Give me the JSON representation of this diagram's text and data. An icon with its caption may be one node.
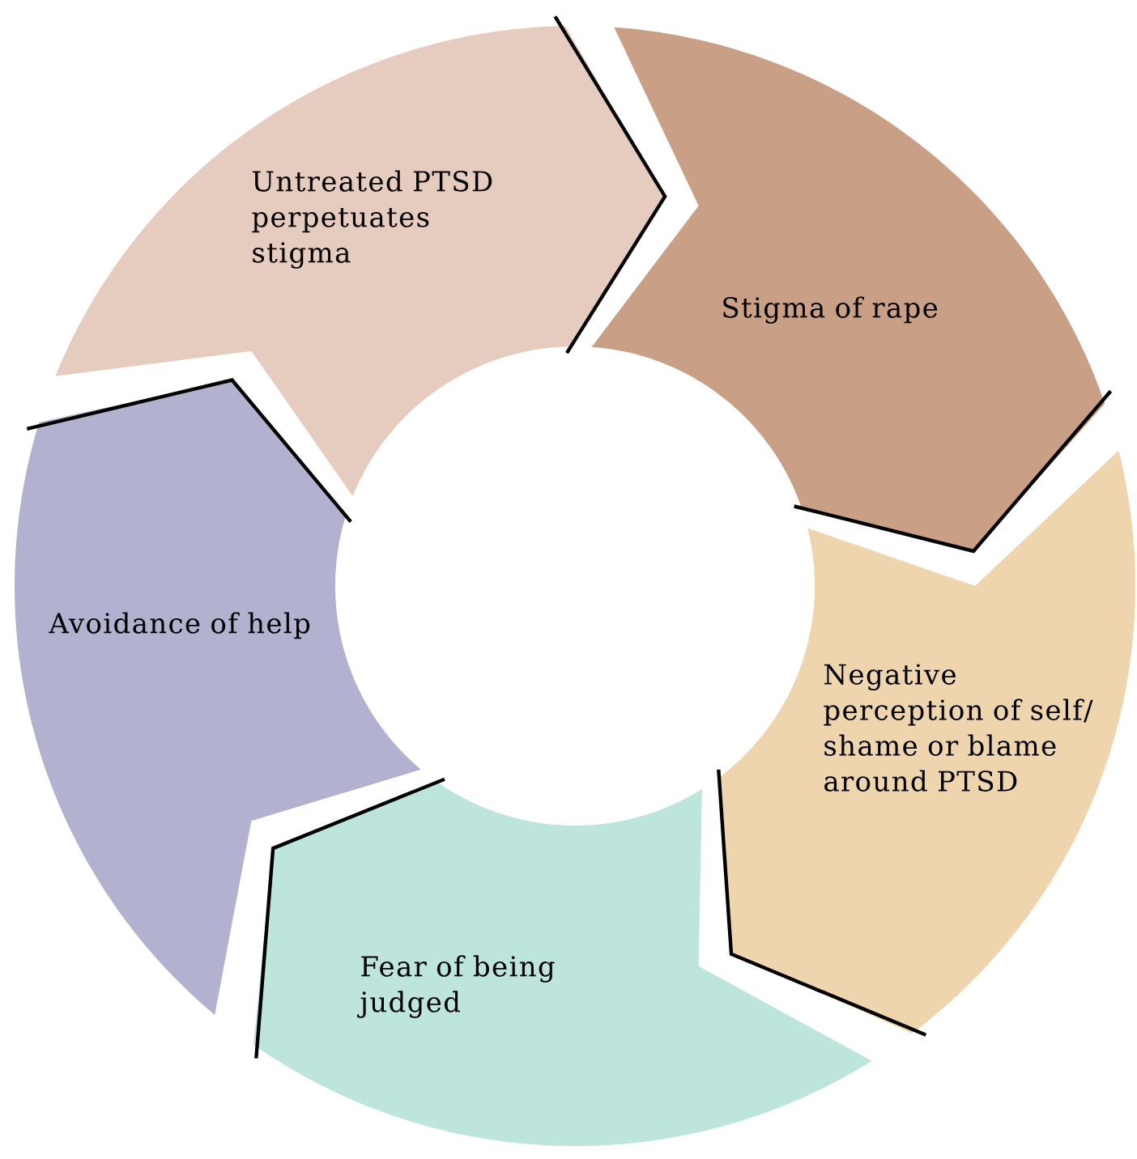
{
  "diagram": {
    "nodes": [
      {
        "text": [
          "Stigma of rape"
        ]
      },
      {
        "text": [
          "Negative perception of self/ shame or blame around PTSD"
        ]
      },
      {
        "text": [
          "Fear of being judged"
        ]
      },
      {
        "text": [
          "Avoidance of help"
        ]
      },
      {
        "text": [
          "Untreated PTSD perpetuates stigma"
        ]
      }
    ]
  }
}
